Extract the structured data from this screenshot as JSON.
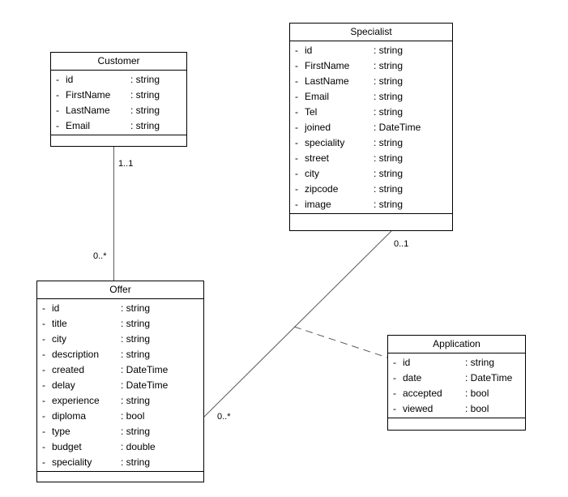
{
  "diagram": {
    "title": "UML class diagram",
    "colors": {
      "background": "#ffffff",
      "box_fill": "#ffffff",
      "box_border_color": "#000000",
      "connector_color": "#5b5b5b"
    },
    "classes": [
      {
        "name": "Customer",
        "attributes": [
          {
            "visibility": "-",
            "name": "id",
            "type": ": string"
          },
          {
            "visibility": "-",
            "name": "FirstName",
            "type": ": string"
          },
          {
            "visibility": "-",
            "name": "LastName",
            "type": ": string"
          },
          {
            "visibility": "-",
            "name": "Email",
            "type": ": string"
          }
        ],
        "methods": []
      },
      {
        "name": "Specialist",
        "attributes": [
          {
            "visibility": "-",
            "name": "id",
            "type": ": string"
          },
          {
            "visibility": "-",
            "name": "FirstName",
            "type": ": string"
          },
          {
            "visibility": "-",
            "name": "LastName",
            "type": ": string"
          },
          {
            "visibility": "-",
            "name": "Email",
            "type": ": string"
          },
          {
            "visibility": "-",
            "name": "Tel",
            "type": ": string"
          },
          {
            "visibility": "-",
            "name": "joined",
            "type": ": DateTime"
          },
          {
            "visibility": "-",
            "name": "speciality",
            "type": ": string"
          },
          {
            "visibility": "-",
            "name": "street",
            "type": ": string"
          },
          {
            "visibility": "-",
            "name": "city",
            "type": ": string"
          },
          {
            "visibility": "-",
            "name": "zipcode",
            "type": ": string"
          },
          {
            "visibility": "-",
            "name": "image",
            "type": ": string"
          }
        ],
        "methods": []
      },
      {
        "name": "Offer",
        "attributes": [
          {
            "visibility": "-",
            "name": "id",
            "type": ": string"
          },
          {
            "visibility": "-",
            "name": "title",
            "type": ": string"
          },
          {
            "visibility": "-",
            "name": "city",
            "type": ": string"
          },
          {
            "visibility": "-",
            "name": "description",
            "type": ": string"
          },
          {
            "visibility": "-",
            "name": "created",
            "type": ": DateTime"
          },
          {
            "visibility": "-",
            "name": "delay",
            "type": ": DateTime"
          },
          {
            "visibility": "-",
            "name": "experience",
            "type": ": string"
          },
          {
            "visibility": "-",
            "name": "diploma",
            "type": ": bool"
          },
          {
            "visibility": "-",
            "name": "type",
            "type": ": string"
          },
          {
            "visibility": "-",
            "name": "budget",
            "type": ": double"
          },
          {
            "visibility": "-",
            "name": "speciality",
            "type": ": string"
          }
        ],
        "methods": []
      },
      {
        "name": "Application",
        "attributes": [
          {
            "visibility": "-",
            "name": "id",
            "type": ": string"
          },
          {
            "visibility": "-",
            "name": "date",
            "type": ": DateTime"
          },
          {
            "visibility": "-",
            "name": "accepted",
            "type": ": bool"
          },
          {
            "visibility": "-",
            "name": "viewed",
            "type": ": bool"
          }
        ],
        "methods": []
      }
    ],
    "relations": [
      {
        "from": "Customer",
        "to": "Offer",
        "from_multiplicity": "1..1",
        "to_multiplicity": "0..*",
        "line_style": "solid"
      },
      {
        "from": "Specialist",
        "to": "Offer",
        "from_multiplicity": "0..1",
        "to_multiplicity": "0..*",
        "line_style": "solid"
      },
      {
        "from": "Specialist-Offer association",
        "to": "Application",
        "line_style": "dashed",
        "kind": "association-class-link"
      }
    ]
  }
}
